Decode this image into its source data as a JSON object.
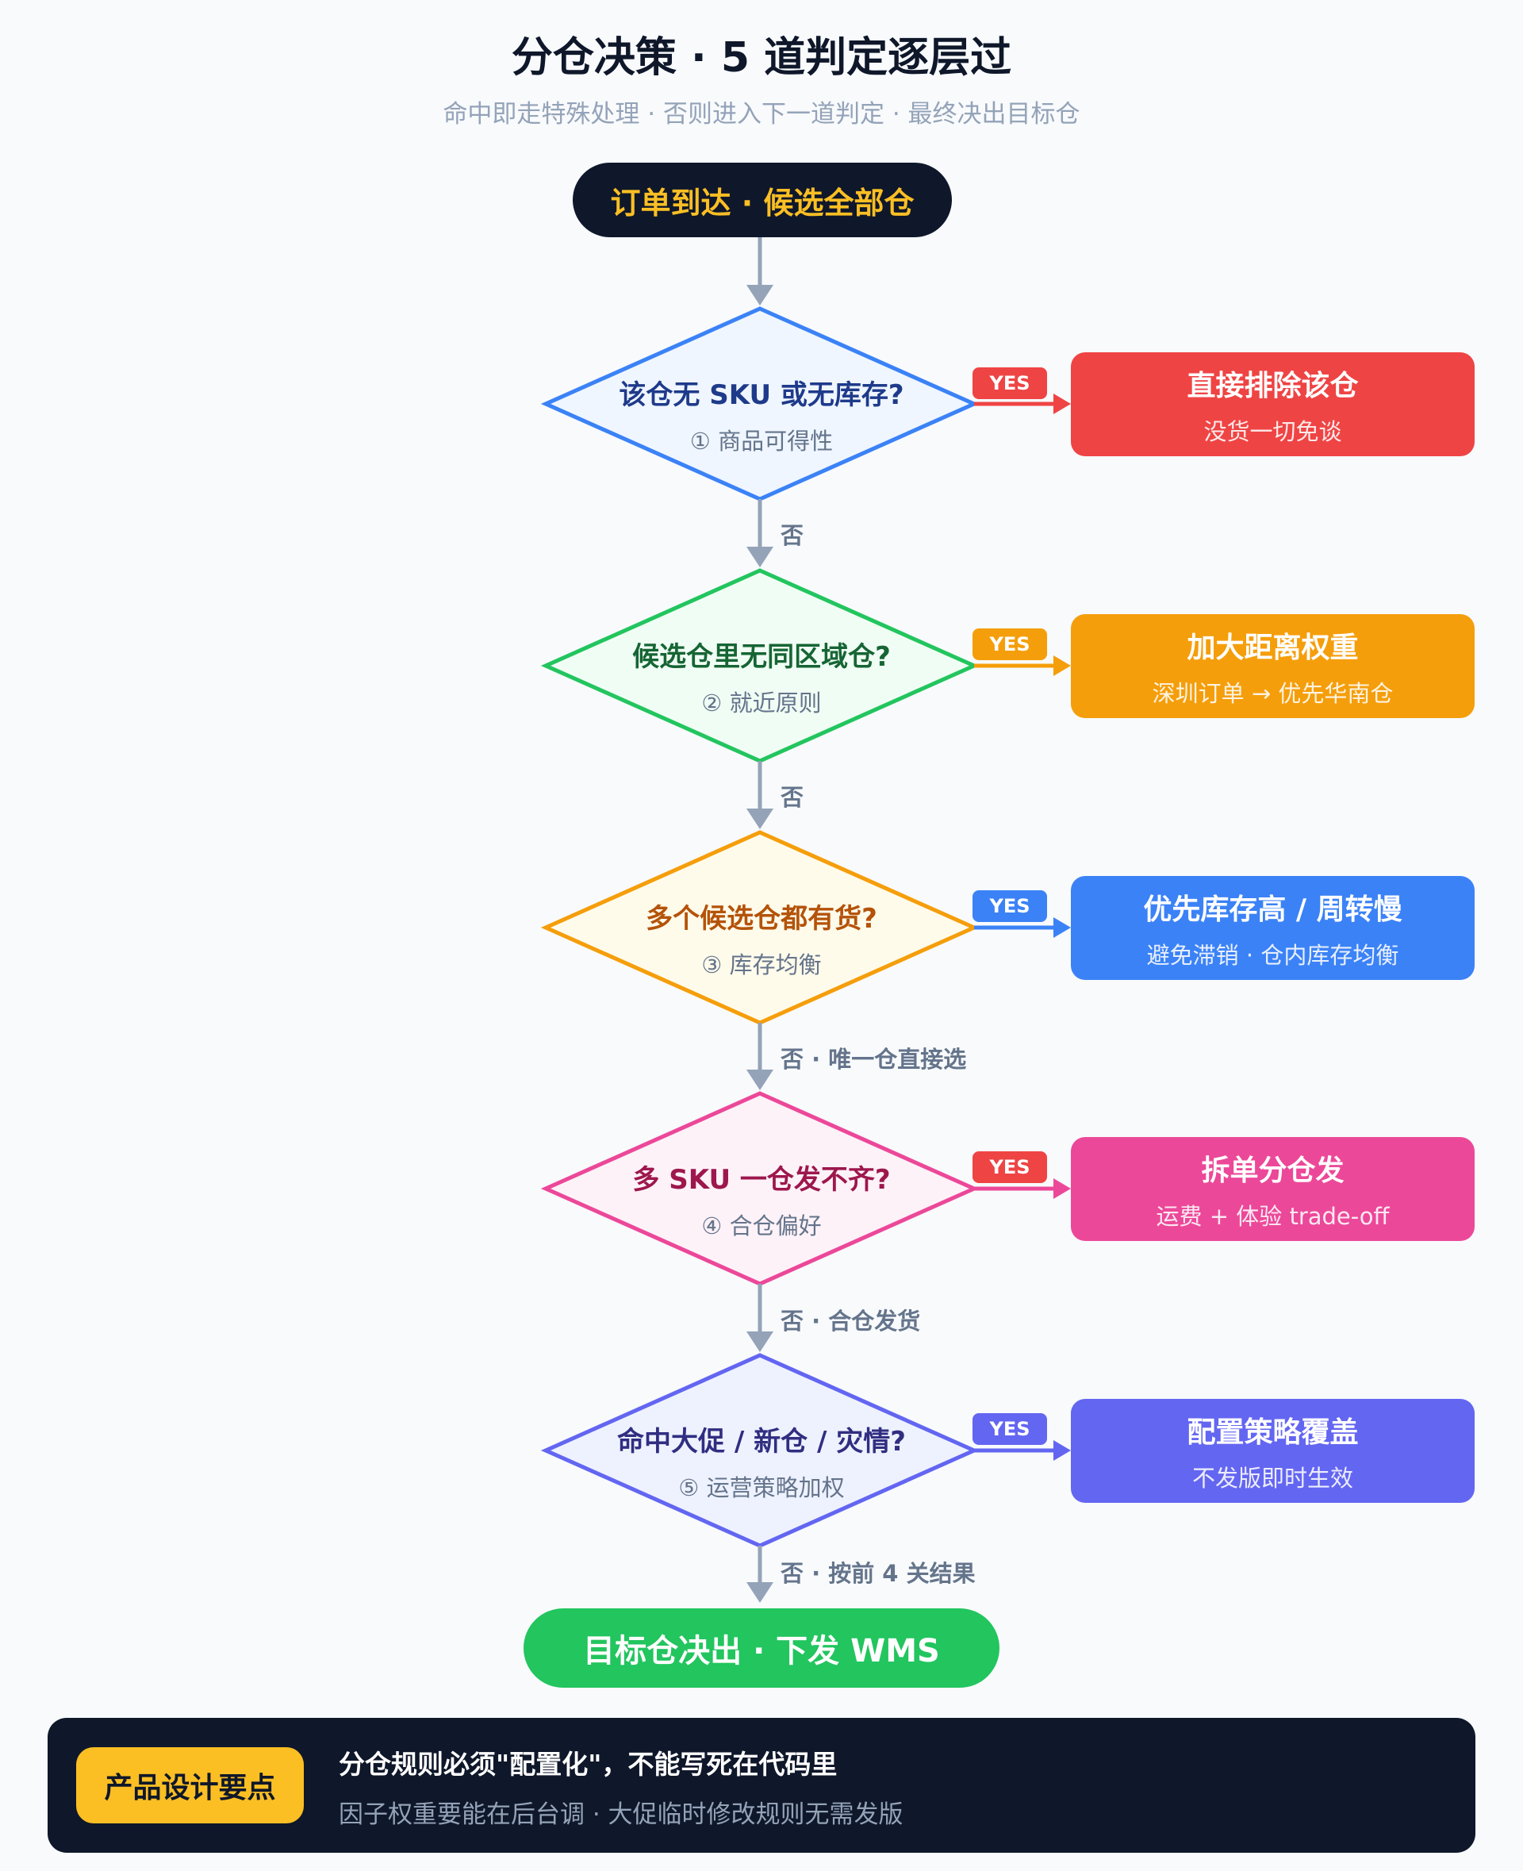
{
  "title": "分仓决策 · 5 道判定逐层过",
  "subtitle": "命中即走特殊处理 · 否则进入下一道判定 · 最终决出目标仓",
  "start": "订单到达 · 候选全部仓",
  "yes_label": "YES",
  "steps": [
    {
      "question": "该仓无 SKU 或无库存?",
      "criterion": "① 商品可得性",
      "no_label": "否",
      "outcome": {
        "title": "直接排除该仓",
        "desc": "没货一切免谈"
      },
      "colors": {
        "stroke": "#3b82f6",
        "fill": "#eff6ff",
        "text": "#1e3a8a",
        "outcome": "#ef4444",
        "badge": "#ef4444"
      }
    },
    {
      "question": "候选仓里无同区域仓?",
      "criterion": "② 就近原则",
      "no_label": "否",
      "outcome": {
        "title": "加大距离权重",
        "desc": "深圳订单 → 优先华南仓"
      },
      "colors": {
        "stroke": "#22c55e",
        "fill": "#f0fdf4",
        "text": "#166534",
        "outcome": "#f59e0b",
        "badge": "#f59e0b"
      }
    },
    {
      "question": "多个候选仓都有货?",
      "criterion": "③ 库存均衡",
      "no_label": "否 · 唯一仓直接选",
      "outcome": {
        "title": "优先库存高 / 周转慢",
        "desc": "避免滞销 · 仓内库存均衡"
      },
      "colors": {
        "stroke": "#f59e0b",
        "fill": "#fffbeb",
        "text": "#b45309",
        "outcome": "#3b82f6",
        "badge": "#3b82f6"
      }
    },
    {
      "question": "多 SKU 一仓发不齐?",
      "criterion": "④ 合仓偏好",
      "no_label": "否 · 合仓发货",
      "outcome": {
        "title": "拆单分仓发",
        "desc": "运费 + 体验 trade-off"
      },
      "colors": {
        "stroke": "#ec4899",
        "fill": "#fdf2f8",
        "text": "#9d174d",
        "outcome": "#ec4899",
        "badge": "#ef4444"
      }
    },
    {
      "question": "命中大促 / 新仓 / 灾情?",
      "criterion": "⑤ 运营策略加权",
      "no_label": "否 · 按前 4 关结果",
      "outcome": {
        "title": "配置策略覆盖",
        "desc": "不发版即时生效"
      },
      "colors": {
        "stroke": "#6366f1",
        "fill": "#eef2ff",
        "text": "#312e81",
        "outcome": "#6366f1",
        "badge": "#6366f1"
      }
    }
  ],
  "end": "目标仓决出 · 下发 WMS",
  "footer": {
    "badge": "产品设计要点",
    "title": "分仓规则必须\"配置化\"，不能写死在代码里",
    "desc": "因子权重要能在后台调 · 大促临时修改规则无需发版"
  },
  "colors": {
    "connector": "#94a3b8",
    "start_bg": "#0f172a",
    "start_text": "#fbbf24",
    "end_bg": "#22c55e",
    "footer_bg": "#0f172a",
    "footer_badge": "#fbbf24"
  }
}
